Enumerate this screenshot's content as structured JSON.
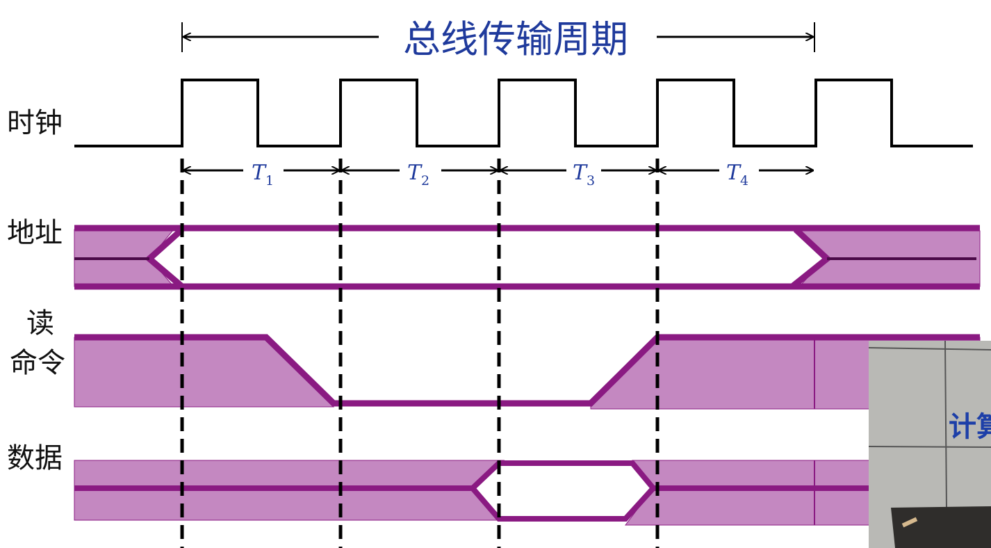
{
  "title": "总线传输周期",
  "signals": {
    "clock": "时钟",
    "address": "地址",
    "read_line1": "读",
    "read_line2": "命令",
    "data": "数据"
  },
  "periods": [
    {
      "letter": "T",
      "sub": "1"
    },
    {
      "letter": "T",
      "sub": "2"
    },
    {
      "letter": "T",
      "sub": "3"
    },
    {
      "letter": "T",
      "sub": "4"
    }
  ],
  "inset": {
    "sign_text": "计算"
  },
  "colors": {
    "line": "#8a1a82",
    "fill": "#c488c1",
    "label_blue": "#1f3a9c"
  }
}
